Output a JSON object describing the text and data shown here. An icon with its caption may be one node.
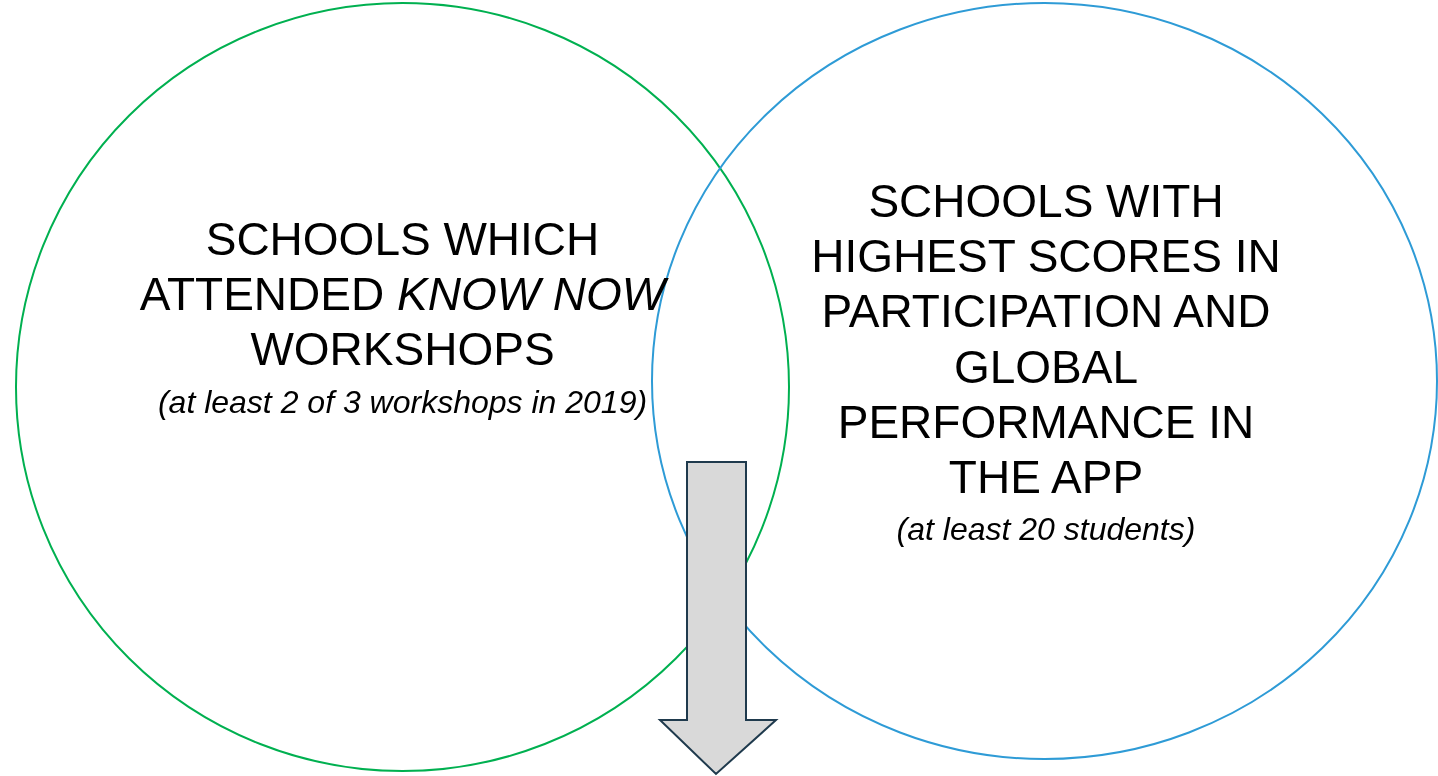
{
  "diagram": {
    "nodes": [
      {
        "text": [
          "SCHOOLS WHICH ATTENDED *KNOW NOW* WORKSHOPS",
          "(at least 2 of 3 workshops in 2019)"
        ]
      },
      {
        "text": [
          "SCHOOLS WITH HIGHEST SCORES IN PARTICIPATION AND GLOBAL PERFORMANCE IN THE APP",
          "(at least 20 students)"
        ]
      }
    ]
  }
}
